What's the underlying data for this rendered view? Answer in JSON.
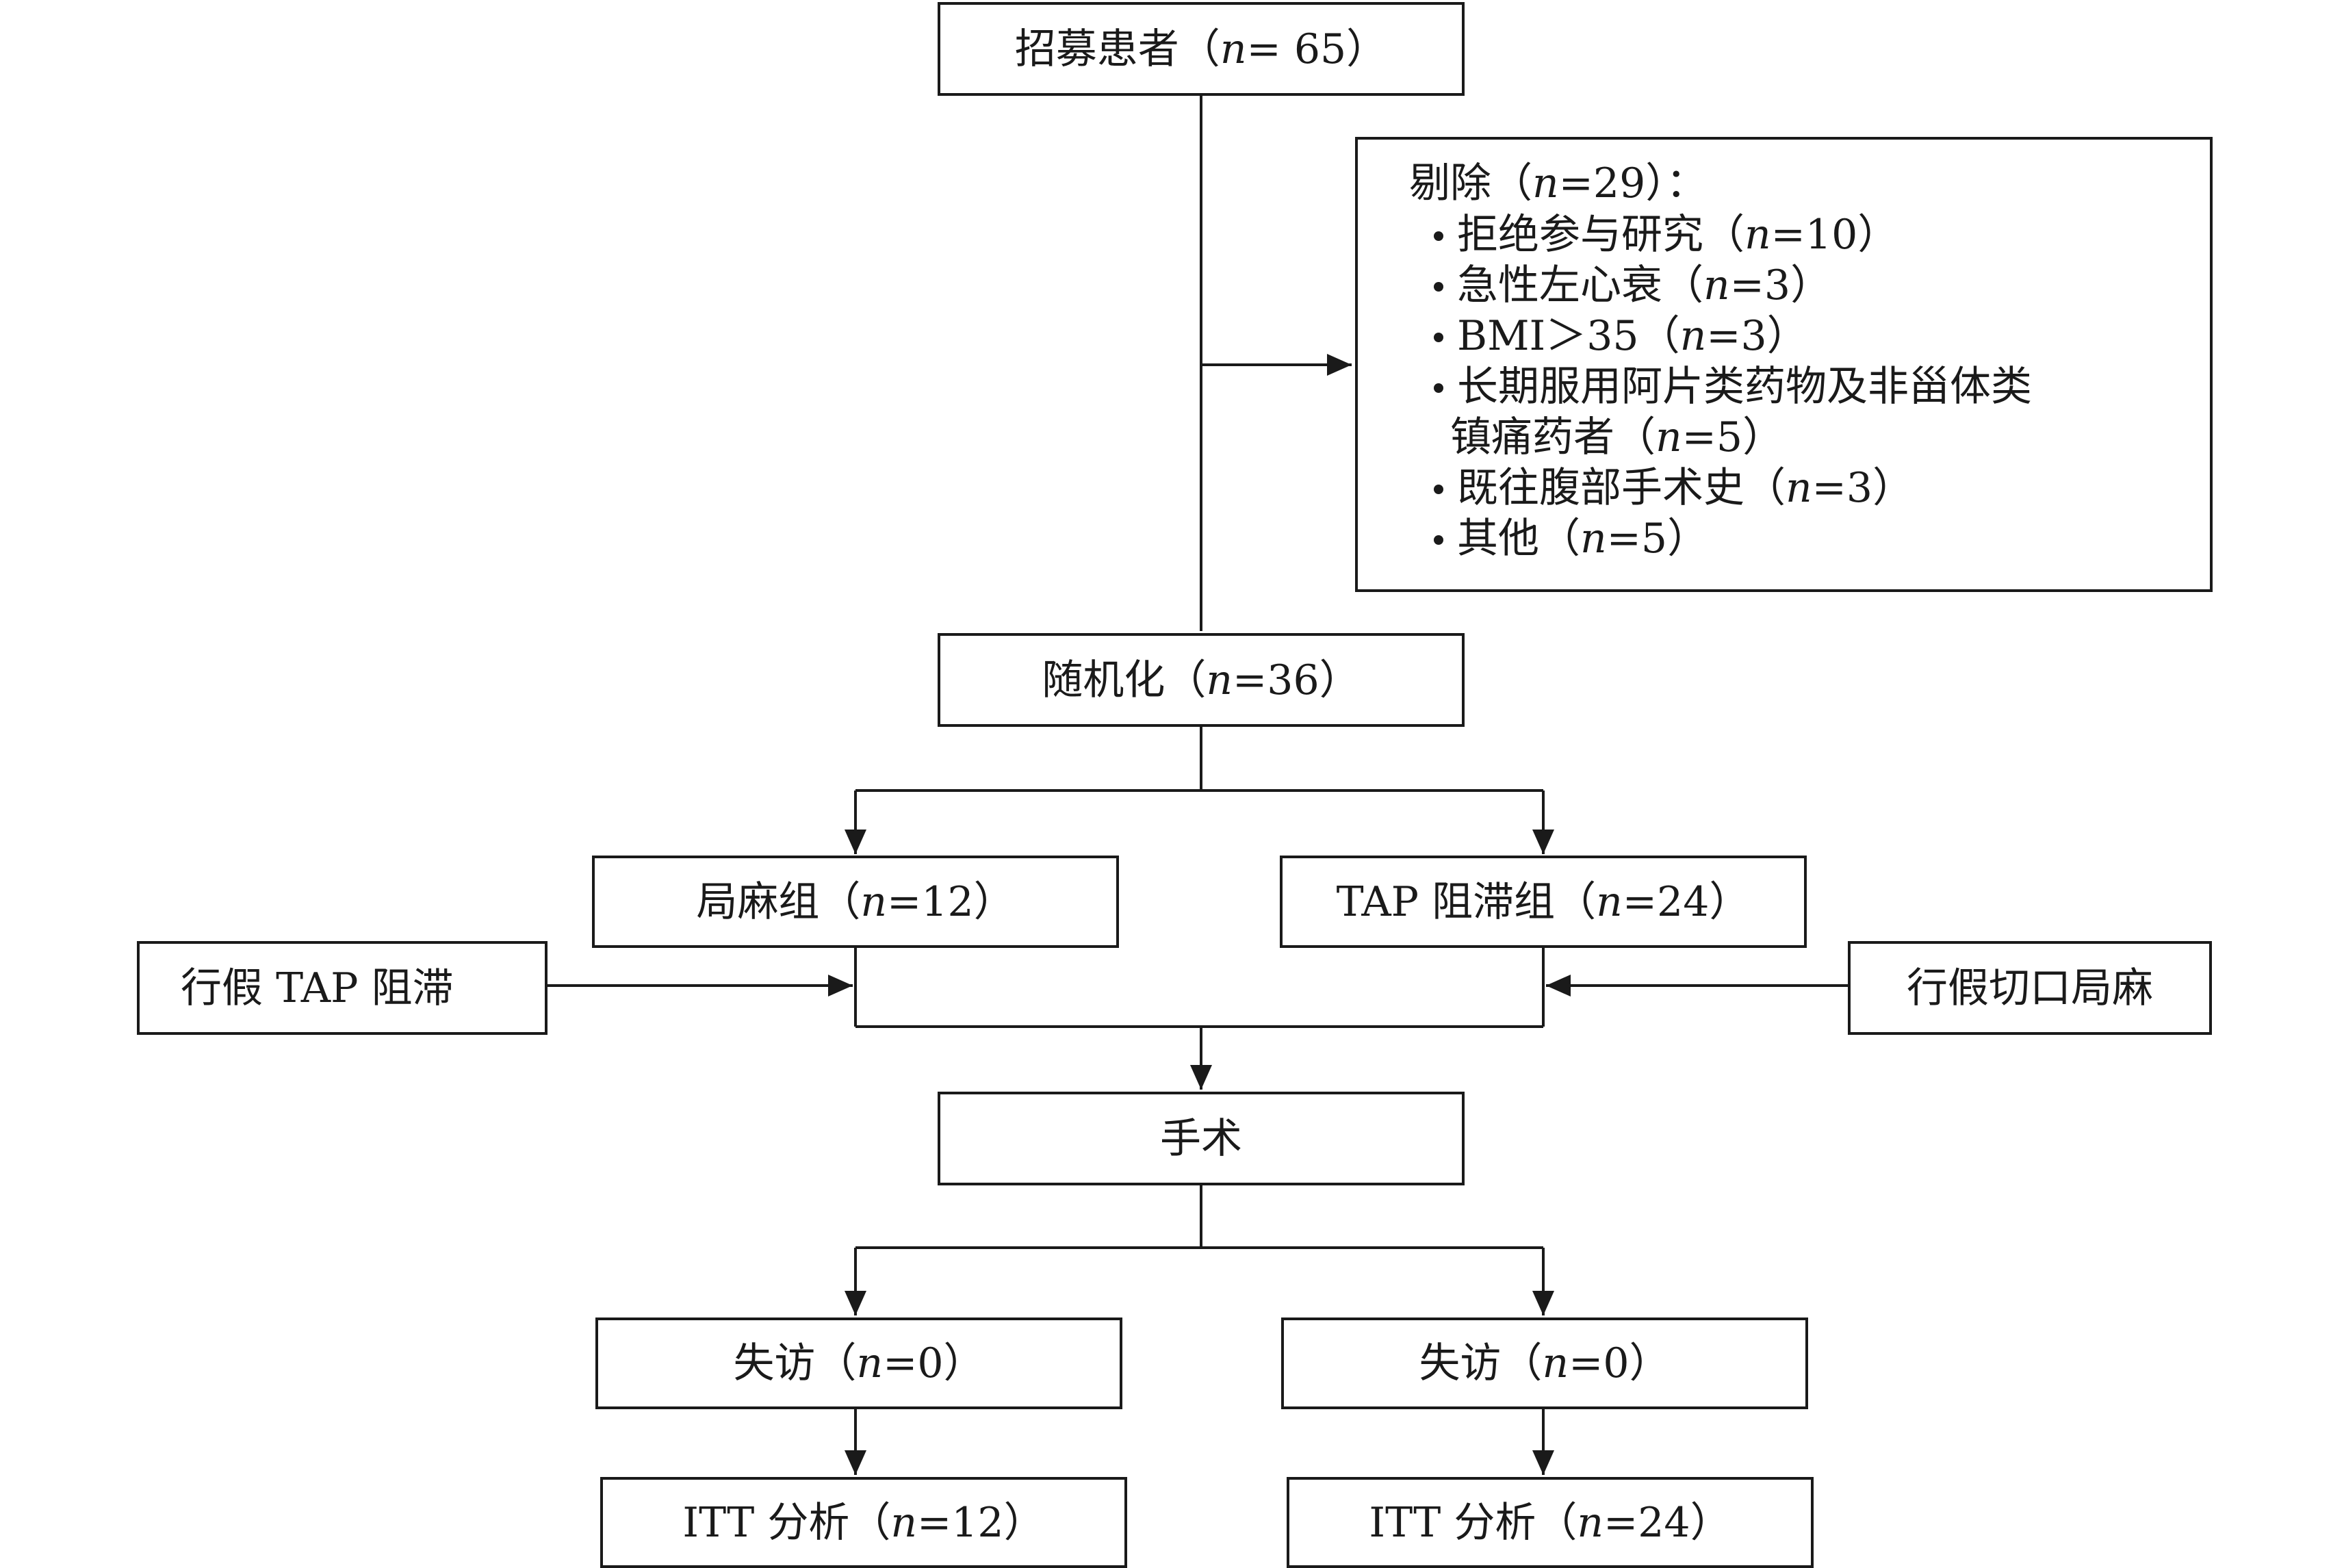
{
  "boxes": {
    "recruit": {
      "label": "招募患者（",
      "n": "n",
      "value": "= 65）"
    },
    "exclusion": {
      "head_label": "剔除（",
      "head_n": "n",
      "head_value": "=29）：",
      "items": [
        {
          "label": "拒绝参与研究（",
          "n": "n",
          "value": "=10）"
        },
        {
          "label": "急性左心衰（",
          "n": "n",
          "value": "=3）"
        },
        {
          "label": "BMI＞35（",
          "n": "n",
          "value": "=3）"
        },
        {
          "label": "长期服用阿片类药物及非甾体类",
          "label2": "镇痛药者（",
          "n": "n",
          "value": "=5）"
        },
        {
          "label": "既往腹部手术史（",
          "n": "n",
          "value": "=3）"
        },
        {
          "label": "其他（",
          "n": "n",
          "value": "=5）"
        }
      ]
    },
    "randomize": {
      "label": "随机化（",
      "n": "n",
      "value": "=36）"
    },
    "local_group": {
      "label": "局麻组（",
      "n": "n",
      "value": "=12）"
    },
    "tap_group": {
      "label": "TAP 阻滞组（",
      "n": "n",
      "value": "=24）"
    },
    "sham_tap": {
      "label": "行假 TAP 阻滞"
    },
    "sham_local": {
      "label": "行假切口局麻"
    },
    "surgery": {
      "label": "手术"
    },
    "lost_left": {
      "label": "失访（",
      "n": "n",
      "value": "=0）"
    },
    "lost_right": {
      "label": "失访（",
      "n": "n",
      "value": "=0）"
    },
    "itt_left": {
      "label": "ITT 分析（",
      "n": "n",
      "value": "=12）"
    },
    "itt_right": {
      "label": "ITT 分析（",
      "n": "n",
      "value": "=24）"
    }
  },
  "colors": {
    "stroke": "#1a1a1a",
    "background": "#ffffff"
  }
}
